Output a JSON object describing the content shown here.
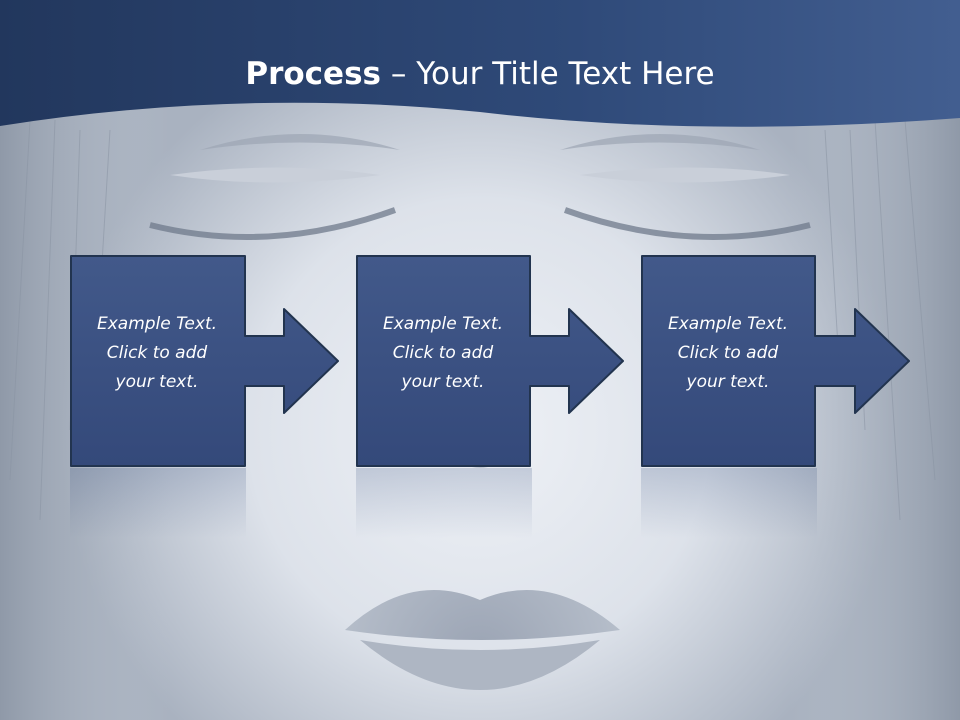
{
  "slide": {
    "title_bold": "Process",
    "title_rest": " – Your Title Text Here"
  },
  "steps": [
    {
      "lines": [
        "Example Text.",
        "Click  to add",
        "your text."
      ]
    },
    {
      "lines": [
        "Example Text.",
        "Click  to add",
        "your text."
      ]
    },
    {
      "lines": [
        "Example Text.",
        "Click  to add",
        "your text."
      ]
    }
  ],
  "colors": {
    "header": "#2e4a78",
    "box_fill": "#3b5381",
    "box_stroke": "#22344f",
    "background": "#c4cbd6"
  },
  "icons": [
    "face-background-image",
    "arrow-right-icon"
  ]
}
